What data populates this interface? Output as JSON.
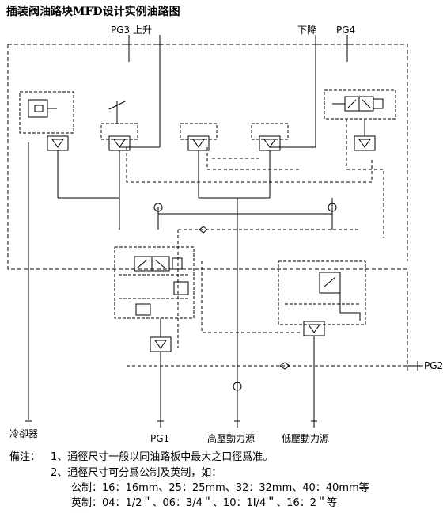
{
  "title": "插装阀油路块MFD设计实例油路图",
  "ports": {
    "pg3_up": "PG3 上升",
    "down": "下降",
    "pg4": "PG4",
    "pg2": "PG2",
    "cooler": "冷卻器",
    "pg1": "PG1",
    "high_power": "高壓動力源",
    "low_power": "低壓動力源"
  },
  "notes": {
    "prefix": "備注：",
    "line1": "1、通徑尺寸一般以同油路板中最大之口徑爲准。",
    "line2": "2、通徑尺寸可分爲公制及英制，如：",
    "line3": "公制：16：16mm、25：25mm、32：32mm、40：40mm等",
    "line4": "英制：04：1/2＂、06：3/4＂、10：1I/4＂、16：2＂等"
  }
}
